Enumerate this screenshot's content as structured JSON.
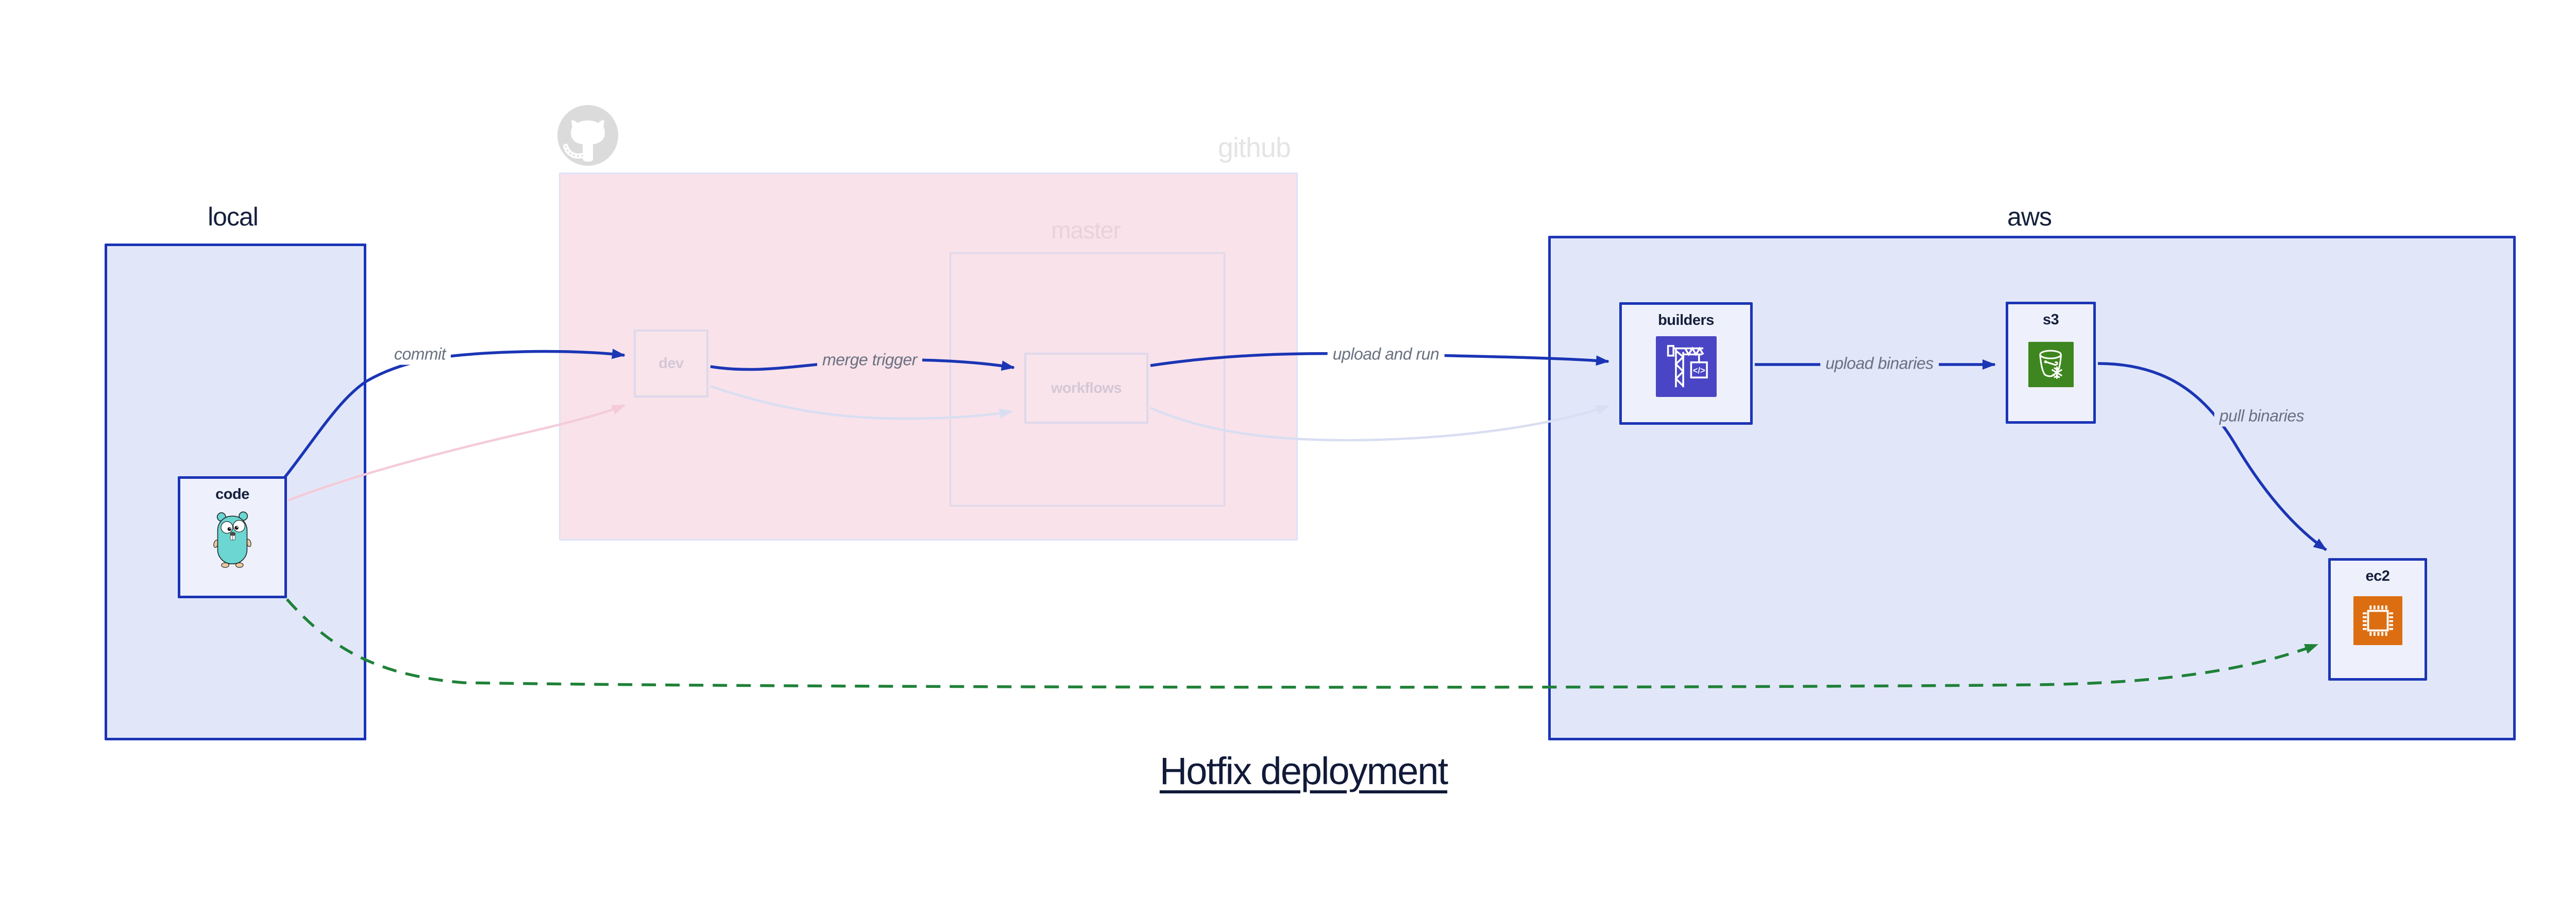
{
  "diagram_title": "Hotfix deployment",
  "groups": {
    "local": {
      "label": "local"
    },
    "github": {
      "label": "github"
    },
    "master": {
      "label": "master"
    },
    "aws": {
      "label": "aws"
    }
  },
  "nodes": {
    "code": {
      "label": "code",
      "icon": "go-gopher-icon"
    },
    "dev": {
      "label": "dev"
    },
    "workflows": {
      "label": "workflows"
    },
    "builders": {
      "label": "builders",
      "icon": "codebuild-crane-icon"
    },
    "s3": {
      "label": "s3",
      "icon": "s3-glacier-bucket-icon"
    },
    "ec2": {
      "label": "ec2",
      "icon": "ec2-chip-icon"
    }
  },
  "edges": {
    "commit": {
      "label": "commit",
      "style": "solid-blue",
      "from": "code",
      "to": "dev"
    },
    "merge_trigger": {
      "label": "merge trigger",
      "style": "solid-blue",
      "from": "dev",
      "to": "workflows"
    },
    "upload_and_run": {
      "label": "upload and run",
      "style": "solid-blue",
      "from": "workflows",
      "to": "builders"
    },
    "upload_binaries": {
      "label": "upload binaries",
      "style": "solid-blue",
      "from": "builders",
      "to": "s3"
    },
    "pull_binaries": {
      "label": "pull binaries",
      "style": "solid-blue",
      "from": "s3",
      "to": "ec2"
    },
    "hotfix_direct": {
      "label": "",
      "style": "dashed-green",
      "from": "code",
      "to": "ec2"
    },
    "code_dev_faded": {
      "label": "",
      "style": "faded-pink",
      "from": "code",
      "to": "dev"
    },
    "dev_wf_faded": {
      "label": "",
      "style": "faded-lavender",
      "from": "dev",
      "to": "workflows"
    },
    "wf_build_faded": {
      "label": "",
      "style": "faded-lavender",
      "from": "workflows",
      "to": "builders"
    }
  },
  "colors": {
    "accent_blue": "#1b35b5",
    "group_fill_blue": "#e1e7f9",
    "node_fill": "#eef1fc",
    "github_fill_pink": "#f9e2ea",
    "github_border": "#dde3f8",
    "faded_border": "#ded8ea",
    "faded_label": "#d4c8d6",
    "master_label": "#e9d2da",
    "github_label": "#e4e4e6",
    "octocat_gray": "#dbdbdb",
    "edge_label_gray": "#6a7080",
    "dashed_green": "#1f8138",
    "faded_pink_edge": "#f5cbd8",
    "faded_lavender_edge": "#d9def2",
    "codebuild_indigo": "#4a45c4",
    "s3_green": "#3e861f",
    "ec2_orange": "#dc6e11",
    "text_navy": "#15203c"
  }
}
